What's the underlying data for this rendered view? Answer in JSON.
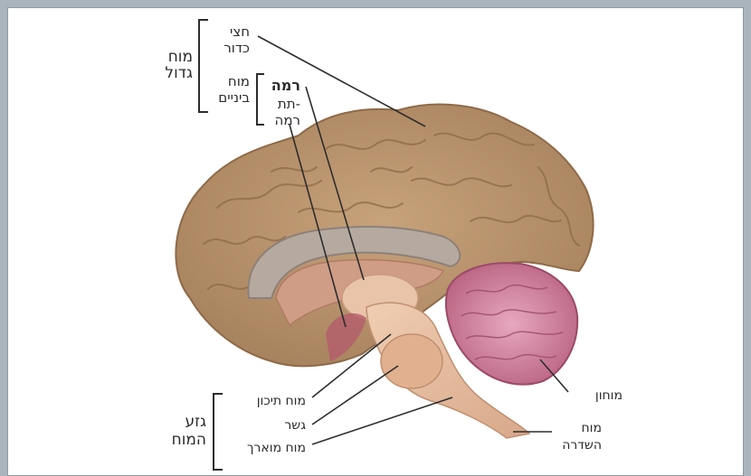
{
  "labels": {
    "cerebrum_group": [
      "מוח",
      "גדול"
    ],
    "hemisphere": [
      "חצי",
      "כדור"
    ],
    "diencephalon": [
      "מוח",
      "ביניים"
    ],
    "thalamus": "רמה",
    "hypothalamus": [
      "תת-",
      "רמה"
    ],
    "brainstem_group": [
      "גזע",
      "המוח"
    ],
    "midbrain": "מוח תיכון",
    "pons": "גשר",
    "medulla": "מוח מוארך",
    "cerebellum": "מוחון",
    "spinal_cord": [
      "מוח",
      "השדרה"
    ]
  },
  "colors": {
    "cortex": "#b6926c",
    "cortex_shade": "#8e6a48",
    "cerebellum": "#c67a96",
    "stem": "#e3b89a",
    "ventricle": "#cf9d86",
    "line": "#2d2d2d"
  }
}
